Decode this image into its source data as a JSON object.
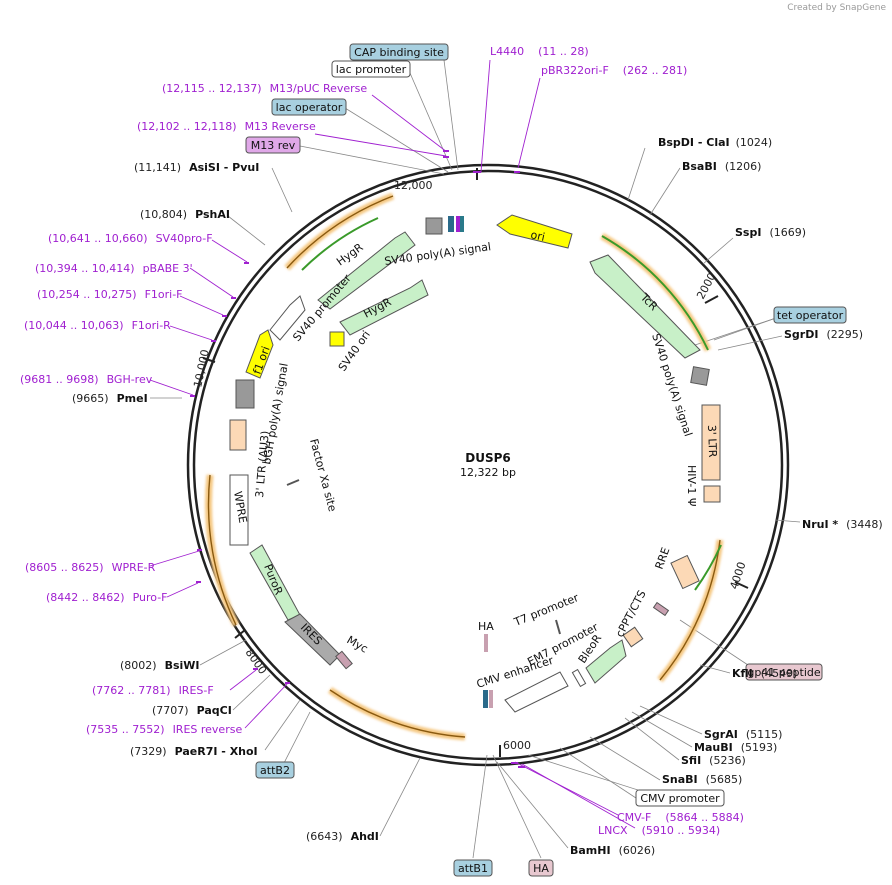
{
  "credit": "Created by SnapGene",
  "plasmid": {
    "name": "DUSP6",
    "size": "12,322 bp"
  },
  "ticks": [
    "2000",
    "4000",
    "6000",
    "8000",
    "10,000",
    "12,000"
  ],
  "boxed_labels": [
    {
      "id": "cap",
      "text": "CAP binding site",
      "color": "#a8d0e0"
    },
    {
      "id": "lacp",
      "text": "lac promoter",
      "color": "#ffffff"
    },
    {
      "id": "laco",
      "text": "lac operator",
      "color": "#a8d0e0"
    },
    {
      "id": "m13rev",
      "text": "M13 rev",
      "color": "#e0a8e8"
    },
    {
      "id": "teto",
      "text": "tet operator",
      "color": "#a8d0e0"
    },
    {
      "id": "gp41",
      "text": "gp41 peptide",
      "color": "#e8c8d0"
    },
    {
      "id": "cmvp",
      "text": "CMV promoter",
      "color": "#ffffff"
    },
    {
      "id": "attb2",
      "text": "attB2",
      "color": "#a8d0e0"
    },
    {
      "id": "attb1",
      "text": "attB1",
      "color": "#a8d0e0"
    },
    {
      "id": "ha",
      "text": "HA",
      "color": "#e8c8d0"
    }
  ],
  "enzymes": [
    {
      "id": "bspdi",
      "name": "BspDI",
      "sep": " - ",
      "name2": "ClaI",
      "pos": "(1024)"
    },
    {
      "id": "bsabi",
      "name": "BsaBI",
      "pos": "(1206)"
    },
    {
      "id": "sspi",
      "name": "SspI",
      "pos": "(1669)"
    },
    {
      "id": "sgrdi",
      "name": "SgrDI",
      "pos": "(2295)"
    },
    {
      "id": "nrui",
      "name": "NruI *",
      "pos": "(3448)"
    },
    {
      "id": "kfli",
      "name": "KflI",
      "pos": "(4549)"
    },
    {
      "id": "sgrai",
      "name": "SgrAI",
      "pos": "(5115)"
    },
    {
      "id": "maubi",
      "name": "MauBI",
      "pos": "(5193)"
    },
    {
      "id": "sfii",
      "name": "SfiI",
      "pos": "(5236)"
    },
    {
      "id": "snabi",
      "name": "SnaBI",
      "pos": "(5685)"
    },
    {
      "id": "bamhi",
      "name": "BamHI",
      "pos": "(6026)"
    },
    {
      "id": "ahdi",
      "name": "AhdI",
      "pos": "(6643)"
    },
    {
      "id": "paer7i",
      "name": "PaeR7I",
      "sep": " - ",
      "name2": "XhoI",
      "pos": "(7329)"
    },
    {
      "id": "paqci",
      "name": "PaqCI",
      "pos": "(7707)"
    },
    {
      "id": "bsiwi",
      "name": "BsiWI",
      "pos": "(8002)"
    },
    {
      "id": "pmei",
      "name": "PmeI",
      "pos": "(9665)"
    },
    {
      "id": "pshai",
      "name": "PshAI",
      "pos": "(10,804)"
    },
    {
      "id": "asisi",
      "name": "AsiSI",
      "sep": " - ",
      "name2": "PvuI",
      "pos": "(11,141)"
    }
  ],
  "primers": [
    {
      "id": "l4440",
      "name": "L4440",
      "range": "(11 .. 28)"
    },
    {
      "id": "pbr322",
      "name": "pBR322ori-F",
      "range": "(262 .. 281)"
    },
    {
      "id": "m13puc",
      "name": "M13/pUC Reverse",
      "range": "(12,115 .. 12,137)"
    },
    {
      "id": "m13r",
      "name": "M13 Reverse",
      "range": "(12,102 .. 12,118)"
    },
    {
      "id": "sv40pro",
      "name": "SV40pro-F",
      "range": "(10,641 .. 10,660)"
    },
    {
      "id": "pbabe",
      "name": "pBABE 3'",
      "range": "(10,394 .. 10,414)"
    },
    {
      "id": "f1orif",
      "name": "F1ori-F",
      "range": "(10,254 .. 10,275)"
    },
    {
      "id": "f1orir",
      "name": "F1ori-R",
      "range": "(10,044 .. 10,063)"
    },
    {
      "id": "bghrev",
      "name": "BGH-rev",
      "range": "(9681 .. 9698)"
    },
    {
      "id": "wprer",
      "name": "WPRE-R",
      "range": "(8605 .. 8625)"
    },
    {
      "id": "purof",
      "name": "Puro-F",
      "range": "(8442 .. 8462)"
    },
    {
      "id": "iresf",
      "name": "IRES-F",
      "range": "(7762 .. 7781)"
    },
    {
      "id": "iresrev",
      "name": "IRES reverse",
      "range": "(7535 .. 7552)"
    },
    {
      "id": "cmvf",
      "name": "CMV-F",
      "range": "(5864 .. 5884)"
    },
    {
      "id": "lncx",
      "name": "LNCX",
      "range": "(5910 .. 5934)"
    }
  ],
  "features": [
    {
      "id": "ori",
      "text": "ori"
    },
    {
      "id": "tcr",
      "text": "TcR"
    },
    {
      "id": "hygr1",
      "text": "HygR"
    },
    {
      "id": "hygr2",
      "text": "HygR"
    },
    {
      "id": "sv40polya1",
      "text": "SV40 poly(A) signal"
    },
    {
      "id": "sv40prom",
      "text": "SV40 promoter"
    },
    {
      "id": "sv40ori",
      "text": "SV40 ori"
    },
    {
      "id": "f1ori",
      "text": "f1 ori"
    },
    {
      "id": "bgh",
      "text": "bGH poly(A) signal"
    },
    {
      "id": "ltr3a",
      "text": "3' LTR (ΔU3)"
    },
    {
      "id": "factorxa",
      "text": "Factor Xa site"
    },
    {
      "id": "wpre",
      "text": "WPRE"
    },
    {
      "id": "puror",
      "text": "PuroR"
    },
    {
      "id": "ires",
      "text": "IRES"
    },
    {
      "id": "myc",
      "text": "Myc"
    },
    {
      "id": "sv40polya2",
      "text": "SV40 poly(A) signal"
    },
    {
      "id": "ltr3b",
      "text": "3' LTR"
    },
    {
      "id": "hiv",
      "text": "HIV-1 Ψ"
    },
    {
      "id": "rre",
      "text": "RRE"
    },
    {
      "id": "cppt",
      "text": "cPPT/CTS"
    },
    {
      "id": "t7",
      "text": "T7 promoter"
    },
    {
      "id": "ha_in",
      "text": "HA"
    },
    {
      "id": "em7",
      "text": "EM7 promoter"
    },
    {
      "id": "bleor",
      "text": "BleoR"
    },
    {
      "id": "cmvenh",
      "text": "CMV enhancer"
    }
  ],
  "colors": {
    "marker": "#3a9a2a",
    "marker_glow": "#f5c882",
    "antibiotic": "#c8f0c8",
    "ori": "#ffff00",
    "ltr": "#fcd9b6",
    "promoter": "#ffffff",
    "polya": "#999999",
    "primer": "#a020d0",
    "tag": "#c8a0b0"
  }
}
